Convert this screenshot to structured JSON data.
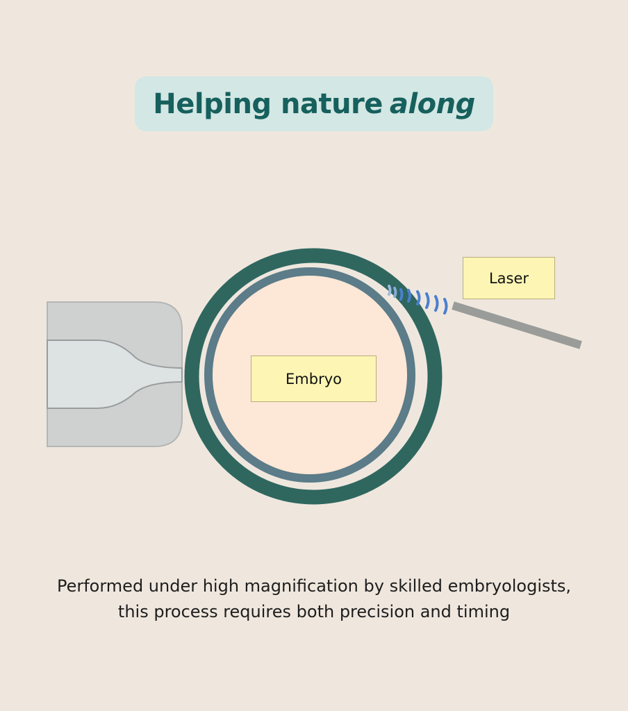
{
  "title": {
    "regular": "Helping nature",
    "emphasis": "along"
  },
  "labels": {
    "laser": "Laser",
    "embryo": "Embryo"
  },
  "caption": "Performed under high magnification by skilled embryologists, this process requires both precision and timing",
  "colors": {
    "background": "#efe7de",
    "title_bg": "#d3e7e4",
    "title_text": "#16605d",
    "zona": "#2f675f",
    "membrane": "#5b7c88",
    "cytoplasm": "#fde7d7",
    "label_bg": "#fdf5b4",
    "laser_pulse": "#4a7fd0"
  }
}
